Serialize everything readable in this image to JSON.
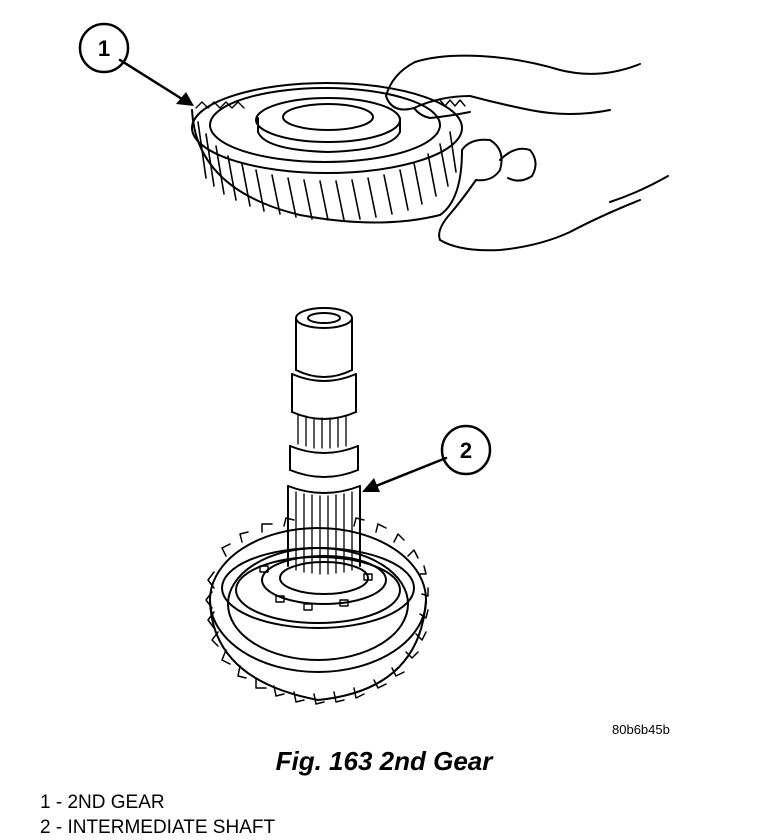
{
  "figure": {
    "code": "80b6b45b",
    "caption": "Fig. 163 2nd Gear"
  },
  "callouts": [
    {
      "number": "1"
    },
    {
      "number": "2"
    }
  ],
  "legend": [
    {
      "text": "1 - 2ND GEAR"
    },
    {
      "text": "2 - INTERMEDIATE SHAFT"
    }
  ]
}
